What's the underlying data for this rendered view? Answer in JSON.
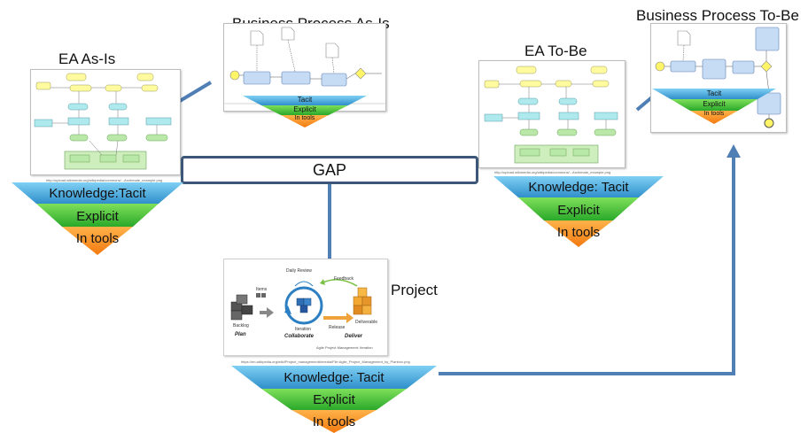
{
  "titles": {
    "ea_as_is": "EA As-Is",
    "bp_as_is": "Business Process  As-Is",
    "ea_to_be": "EA To-Be",
    "bp_to_be": "Business Process  To-Be",
    "project": "Project"
  },
  "gap_label": "GAP",
  "pyramids": {
    "ea_as_is": {
      "tacit": "Knowledge:Tacit",
      "explicit": "Explicit",
      "tools": "In tools"
    },
    "bp_as_is": {
      "tacit": "Tacit",
      "explicit": "Explicit",
      "tools": "In tools"
    },
    "ea_to_be": {
      "tacit": "Knowledge: Tacit",
      "explicit": "Explicit",
      "tools": "In tools"
    },
    "bp_to_be": {
      "tacit": "Tacit",
      "explicit": "Explicit",
      "tools": "In tools"
    },
    "project": {
      "tacit": "Knowledge: Tacit",
      "explicit": "Explicit",
      "tools": "In tools"
    }
  },
  "project_image": {
    "daily_review": "Daily Review",
    "items": "Items",
    "feedback": "Feedback",
    "backlog": "Backlog",
    "plan": "Plan",
    "iteration": "Iteration",
    "collaborate": "Collaborate",
    "release": "Release",
    "deliverable": "Deliverable",
    "deliver": "Deliver",
    "caption": "Agile Project Management: Iteration"
  },
  "urls": {
    "ea_as_is": "http://upload.wikimedia.org/wikipedia/commons/...Archimate_example.png",
    "ea_to_be": "http://upload.wikimedia.org/wikipedia/commons/...Archimate_example.png",
    "project": "https://en.wikipedia.org/wiki/Project_management#/media/File:Agile_Project_Management_by_Planbox.png"
  },
  "colors": {
    "tacit": "#3aa0d8",
    "explicit": "#3cc43c",
    "tools": "#ff8a1a",
    "gap_border": "#3c5778",
    "connector": "#4f7fb5"
  }
}
